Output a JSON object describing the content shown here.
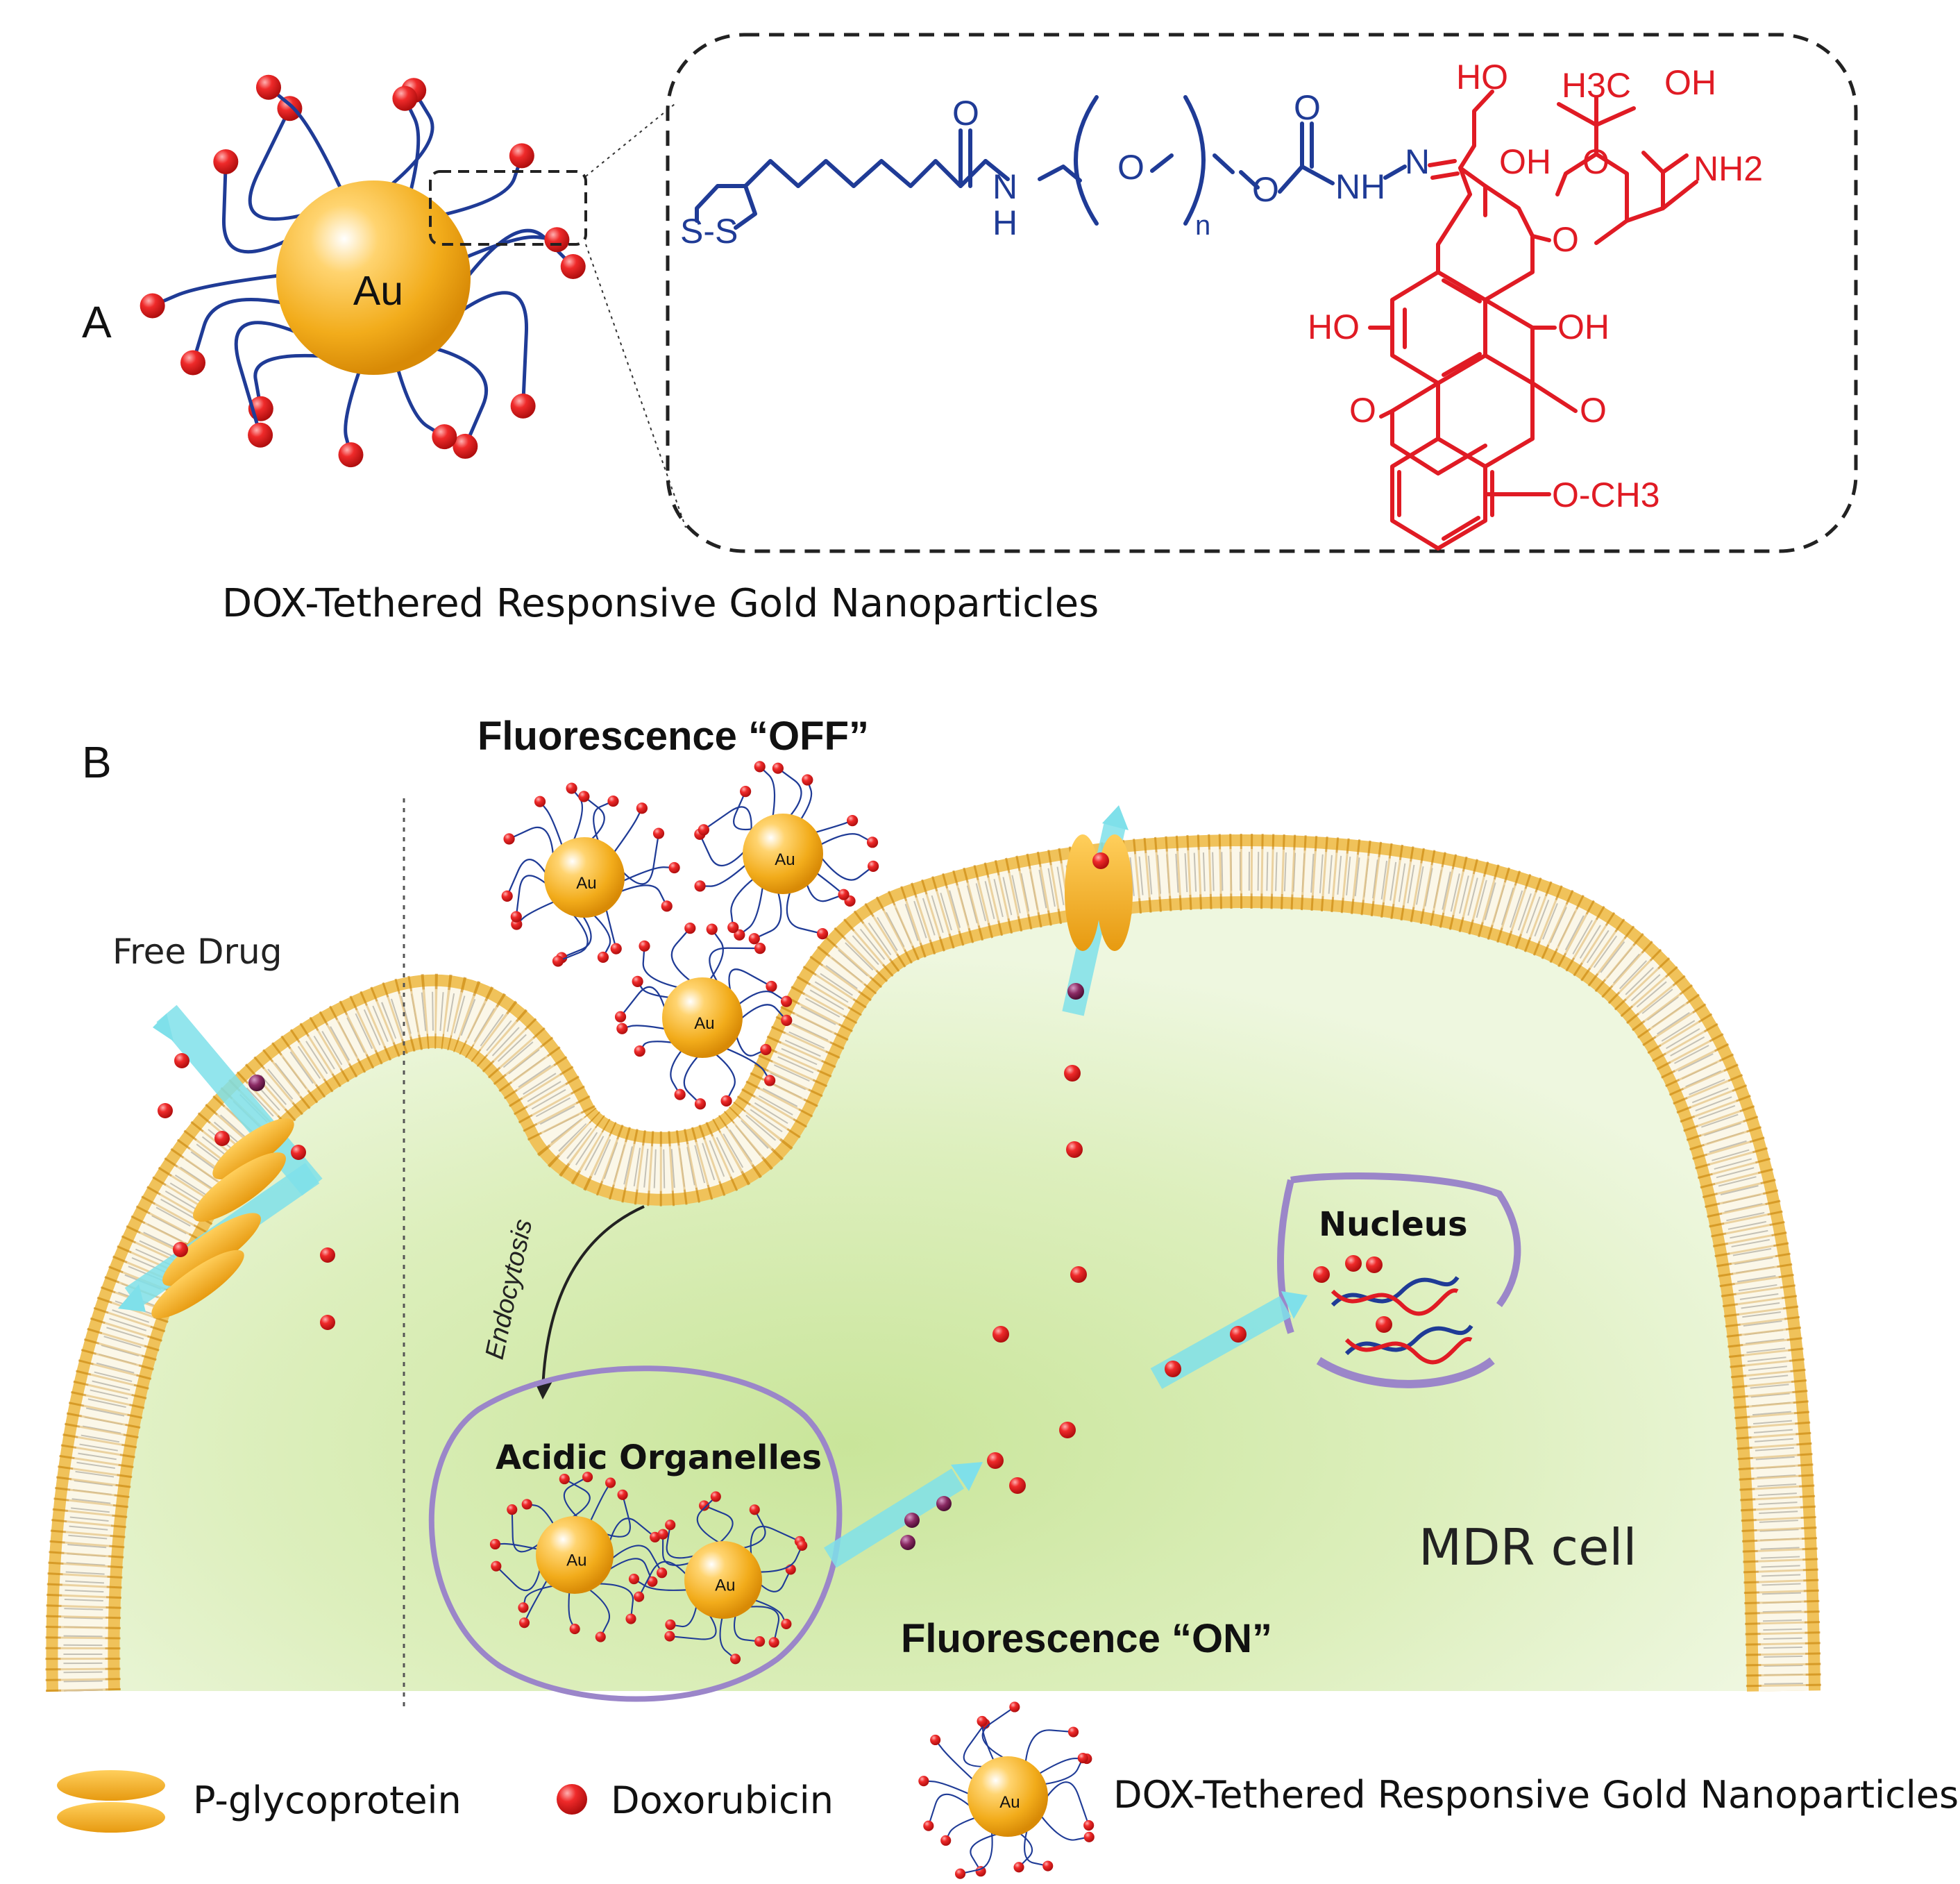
{
  "panel_a": {
    "label": "A",
    "caption": "DOX-Tethered Responsive Gold Nanoparticles",
    "particle_label": "Au",
    "structure": {
      "linker": {
        "disulfide": "S-S",
        "carbonyl_o": "O",
        "amide_n": "N",
        "amide_h": "H",
        "ether_o": "O",
        "repeat_n": "n",
        "carbamate_o": "O",
        "ester_o": "O",
        "nh": "NH",
        "hydrazone_n": "N"
      },
      "drug": {
        "ho_top": "HO",
        "oh_quat": "OH",
        "h3c": "H3C",
        "oh_sugar": "OH",
        "nh2": "NH2",
        "ring_o": "O",
        "glyco_o": "O",
        "ho_left": "HO",
        "oh_right": "OH",
        "quinone_o_left": "O",
        "quinone_o_right": "O",
        "methoxy": "O-CH3"
      }
    }
  },
  "panel_b": {
    "label": "B",
    "fluorescence_off": "Fluorescence “OFF”",
    "fluorescence_on": "Fluorescence “ON”",
    "free_drug": "Free Drug",
    "endocytosis": "Endocytosis",
    "acidic_organelles": "Acidic Organelles",
    "nucleus": "Nucleus",
    "cell_label": "MDR cell",
    "particle_label": "Au"
  },
  "legend": {
    "pgp": "P-glycoprotein",
    "dox": "Doxorubicin",
    "nanoparticle": "DOX-Tethered Responsive Gold Nanoparticles"
  },
  "colors": {
    "gold": "#f2ac1b",
    "linker_blue": "#1f3b96",
    "drug_red": "#e01b24",
    "membrane_head": "#e8a81f",
    "cytoplasm": "#d8ecb0",
    "organelle_purple": "#9b86c9",
    "arrow_cyan": "#7fe0ea",
    "text": "#111111"
  }
}
